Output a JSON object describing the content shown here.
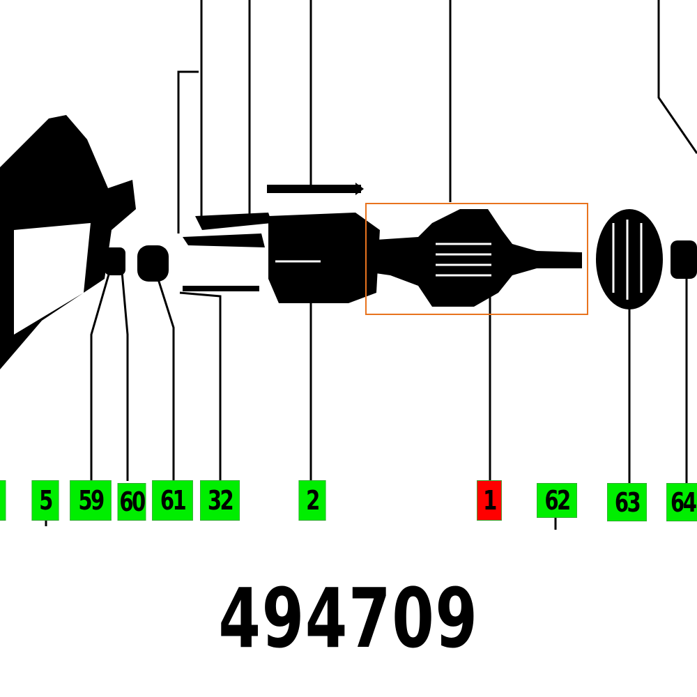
{
  "diagram": {
    "labels": [
      {
        "id": "partial-left",
        "text": ""
      },
      {
        "id": "5",
        "text": "5"
      },
      {
        "id": "59",
        "text": "59"
      },
      {
        "id": "60",
        "text": "60"
      },
      {
        "id": "61",
        "text": "61"
      },
      {
        "id": "32",
        "text": "32"
      },
      {
        "id": "2",
        "text": "2"
      },
      {
        "id": "1",
        "text": "1",
        "selected": true
      },
      {
        "id": "62",
        "text": "62"
      },
      {
        "id": "63",
        "text": "63"
      },
      {
        "id": "64",
        "text": "64"
      }
    ],
    "part_number": "494709",
    "colors": {
      "label": "#00ee00",
      "selected": "#ff0000",
      "highlight": "#e8731e"
    }
  }
}
